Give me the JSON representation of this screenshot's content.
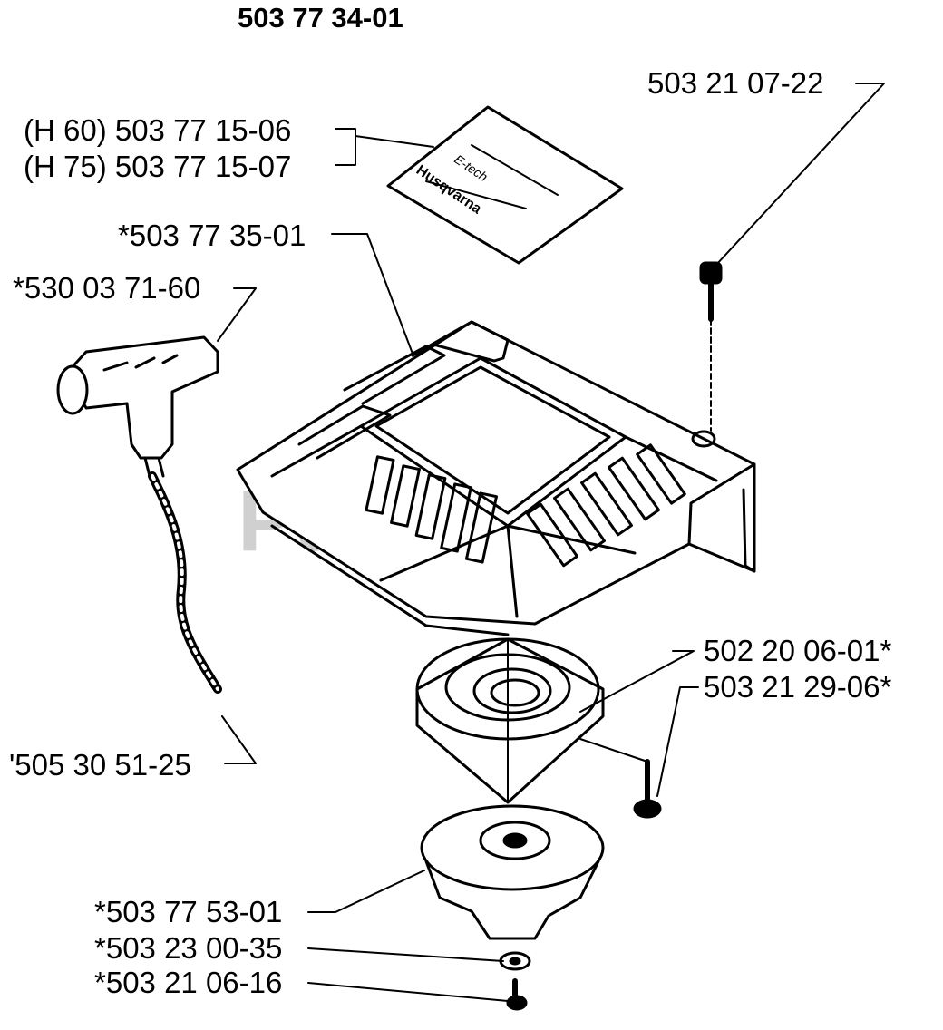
{
  "title": "503 77 34-01",
  "watermark": "PartsTree",
  "watermark_tm": "™",
  "decal_text": {
    "brand": "Husqvarna",
    "model": "E-tech"
  },
  "parts": [
    {
      "id": "screw_top",
      "label": "503 21 07-22"
    },
    {
      "id": "decal_h60",
      "label": "(H 60) 503 77 15-06"
    },
    {
      "id": "decal_h75",
      "label": "(H 75) 503 77 15-07"
    },
    {
      "id": "housing",
      "label": "*503 77 35-01"
    },
    {
      "id": "handle",
      "label": "*530 03 71-60"
    },
    {
      "id": "pulley",
      "label": "502 20 06-01*"
    },
    {
      "id": "screw_pulley",
      "label": "503 21 29-06*"
    },
    {
      "id": "rope",
      "label": "'505 30 51-25"
    },
    {
      "id": "spring_cup",
      "label": "*503 77 53-01"
    },
    {
      "id": "washer",
      "label": "*503 23 00-35"
    },
    {
      "id": "screw_center",
      "label": "*503 21 06-16"
    }
  ]
}
